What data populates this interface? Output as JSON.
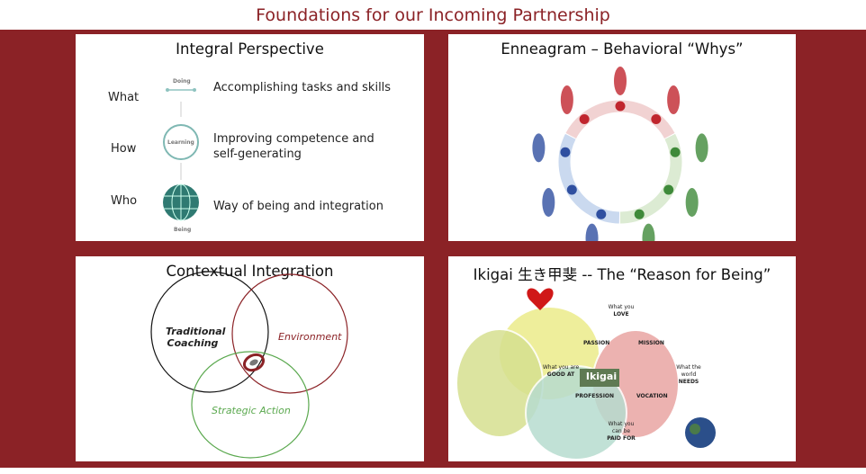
{
  "title": "Foundations for our Incoming Partnership",
  "integral": {
    "title": "Integral Perspective",
    "rows": [
      {
        "q": "What",
        "stage": "Doing",
        "text": "Accomplishing tasks and skills"
      },
      {
        "q": "How",
        "stage": "Learning",
        "text": "Improving competence and",
        "text2": "self-generating"
      },
      {
        "q": "Who",
        "stage": "Being",
        "text": "Way of being and integration"
      }
    ]
  },
  "enneagram": {
    "title": "Enneagram – Behavioral “Whys”",
    "colors": {
      "red": "#c0262e",
      "green": "#3f8a3a",
      "blue": "#2f4fa0"
    }
  },
  "contextual": {
    "title": "Contextual Integration",
    "circles": [
      "Traditional",
      "Coaching",
      "Environment",
      "Strategic Action"
    ]
  },
  "ikigai": {
    "title": "Ikigai  生き甲斐  -- The “Reason for Being”",
    "center": "Ikigai",
    "love": [
      "What you",
      "LOVE"
    ],
    "good": [
      "What you are",
      "GOOD AT"
    ],
    "needs": [
      "What the",
      "world",
      "NEEDS"
    ],
    "paid": [
      "What you",
      "can be",
      "PAID FOR"
    ],
    "passion": "PASSION",
    "mission": "MISSION",
    "profession": "PROFESSION",
    "vocation": "VOCATION"
  }
}
